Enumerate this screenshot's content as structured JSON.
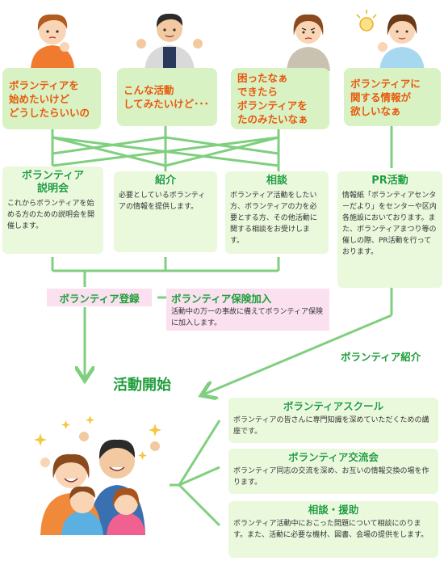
{
  "personas": [
    {
      "icon": "confused-woman-icon",
      "text": "ボランティアを\n始めたいけど\nどうしたらいいの"
    },
    {
      "icon": "thinking-man-icon",
      "text": "こんな活動\nしてみたいけど･･･"
    },
    {
      "icon": "worried-woman-icon",
      "text": "困ったなぁ\nできたら\nボランティアを\nたのみたいなぁ"
    },
    {
      "icon": "idea-woman-icon",
      "text": "ボランティアに\n関する情報が\n欲しいなぁ"
    }
  ],
  "services": [
    {
      "title": "ボランティア\n説明会",
      "body": "これからボランティアを始める方のための説明会を開催します。"
    },
    {
      "title": "紹介",
      "body": "必要としているボランティアの情報を提供します。"
    },
    {
      "title": "相談",
      "body": "ボランティア活動をしたい方、ボランティアの力を必要とする方、その他活動に関する相談をお受けします。"
    },
    {
      "title": "PR活動",
      "body": "情報紙「ボランティアセンターだより」をセンターや区内各施設においております。また、ボランティアまつり等の催しの際、PR活動を行っております。"
    }
  ],
  "registration": {
    "label": "ボランティア登録"
  },
  "insurance": {
    "title": "ボランティア保険加入",
    "body": "活動中の万一の事故に備えてボランティア保険に加入します。"
  },
  "referral_label": "ボランティア紹介",
  "start_label": "活動開始",
  "support": [
    {
      "title": "ボランティアスクール",
      "body": "ボランティアの皆さんに専門知識を深めていただくための講座です。"
    },
    {
      "title": "ボランティア交流会",
      "body": "ボランティア同志の交流を深め、お互いの情報交換の場を作ります。"
    },
    {
      "title": "相談・援助",
      "body": "ボランティア活動中におこった問題について相談にのります。また、活動に必要な機材、図書、会場の提供をします。"
    }
  ],
  "colors": {
    "green": "#1e9e3a",
    "light_green": "#d9f2c4",
    "orange": "#e8590c",
    "pink": "#fbe0f0"
  }
}
